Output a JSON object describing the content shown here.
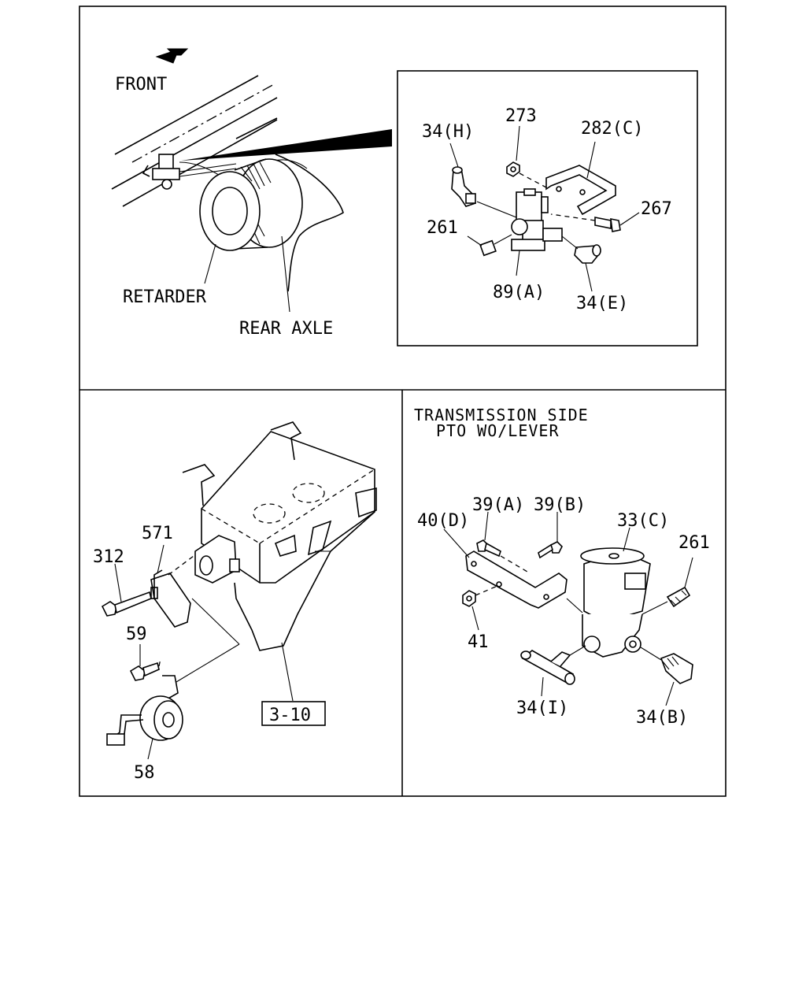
{
  "panels": {
    "top": {
      "front_label": "FRONT",
      "retarder_label": "RETARDER",
      "rear_axle_label": "REAR AXLE",
      "detail": {
        "p34h": "34(H)",
        "p273": "273",
        "p282c": "282(C)",
        "p267": "267",
        "p261": "261",
        "p89a": "89(A)",
        "p34e": "34(E)"
      }
    },
    "bottom_left": {
      "p571": "571",
      "p312": "312",
      "p59": "59",
      "p58": "58",
      "ref": "3-10"
    },
    "bottom_right": {
      "header_line1": "TRANSMISSION SIDE",
      "header_line2": "PTO WO/LEVER",
      "p40d": "40(D)",
      "p39a": "39(A)",
      "p39b": "39(B)",
      "p33c": "33(C)",
      "p261": "261",
      "p41": "41",
      "p34i": "34(I)",
      "p34b": "34(B)"
    }
  }
}
